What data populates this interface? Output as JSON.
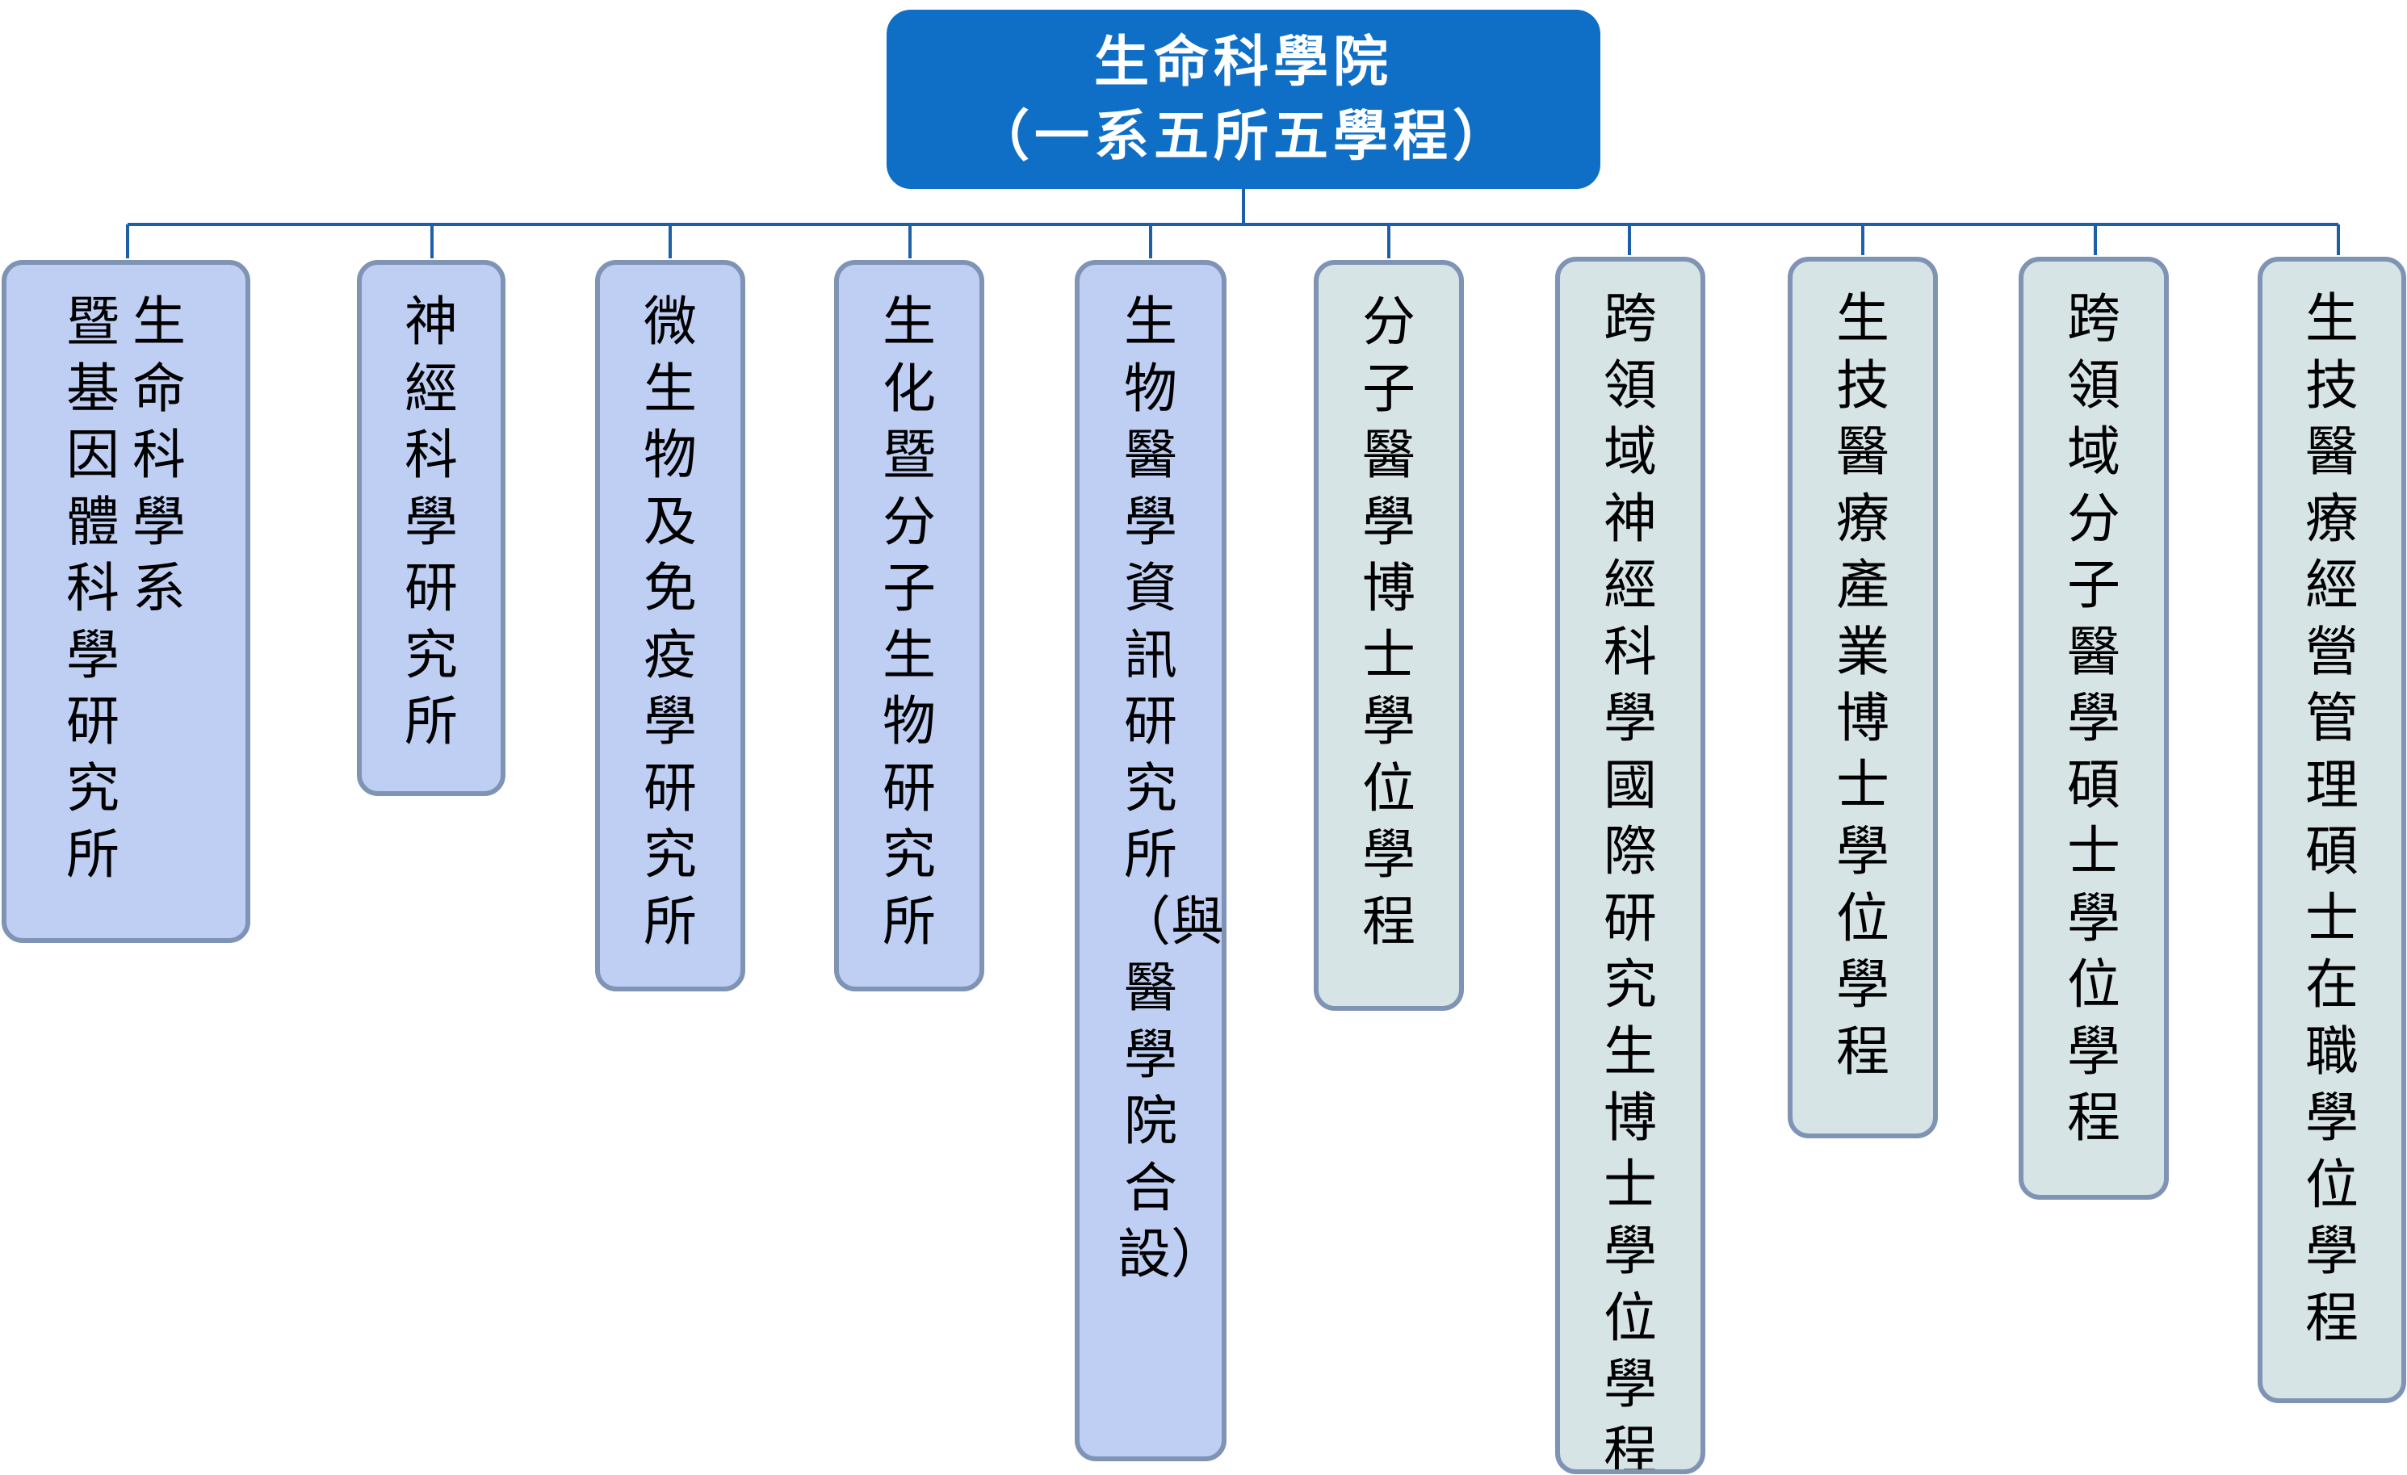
{
  "root": {
    "line1": "生命科學院",
    "line2": "（一系五所五學程）"
  },
  "units": [
    {
      "columns": [
        "暨基因體科學研究所",
        "生命科學系"
      ],
      "kind": "dept"
    },
    {
      "columns": [
        "神經科學研究所"
      ],
      "kind": "dept"
    },
    {
      "columns": [
        "微生物及免疫學研究所"
      ],
      "kind": "dept"
    },
    {
      "columns": [
        "生化暨分子生物研究所"
      ],
      "kind": "dept"
    },
    {
      "columns": [
        "生物醫學資訊研究所（與醫學院合設）"
      ],
      "kind": "dept"
    },
    {
      "columns": [
        "分子醫學博士學位學程"
      ],
      "kind": "prog"
    },
    {
      "columns": [
        "跨領域神經科學國際研究生博士學位學程"
      ],
      "kind": "prog"
    },
    {
      "columns": [
        "生技醫療產業博士學位學程"
      ],
      "kind": "prog"
    },
    {
      "columns": [
        "跨領域分子醫學碩士學位學程"
      ],
      "kind": "prog"
    },
    {
      "columns": [
        "生技醫療經營管理碩士在職學位學程"
      ],
      "kind": "prog"
    }
  ],
  "colors": {
    "root_fill": "#0f6fc6",
    "dept_fill": "#bfcff4",
    "program_fill": "#d7e4e6",
    "border": "#7f93b5",
    "connector": "#1f5fa8"
  }
}
